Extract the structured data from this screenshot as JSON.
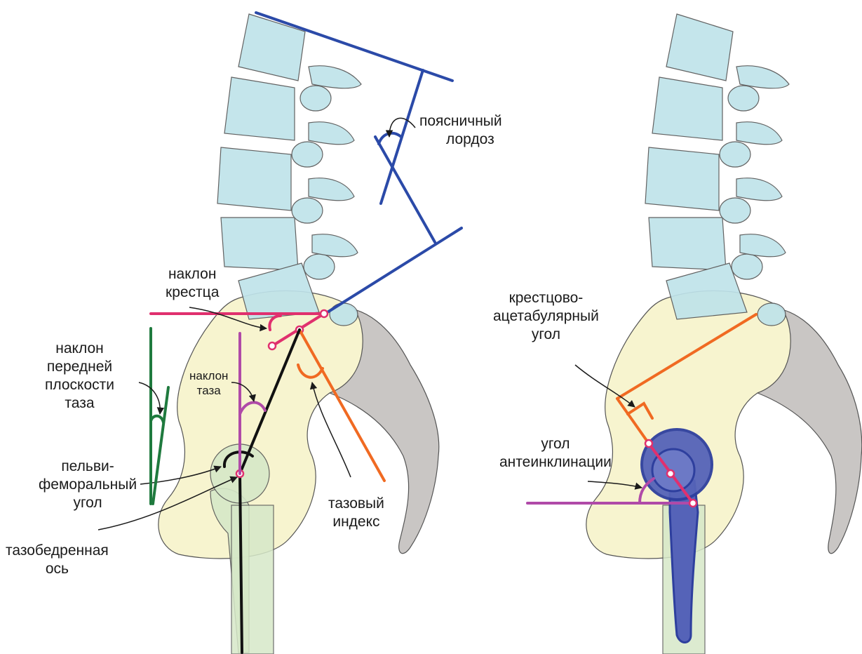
{
  "labels": {
    "lumbar_lordosis": [
      "поясничный",
      "лордоз"
    ],
    "sacral_slope": [
      "наклон",
      "крестца"
    ],
    "anterior_pelvic_plane_tilt": [
      "наклон",
      "передней",
      "плоскости",
      "таза"
    ],
    "pelvic_tilt": [
      "наклон",
      "таза"
    ],
    "pelvifemoral_angle": [
      "пельви-",
      "феморальный",
      "угол"
    ],
    "hip_axis": [
      "тазобедренная",
      "ось"
    ],
    "pelvic_incidence": [
      "тазовый",
      "индекс"
    ],
    "sacro_acetabular_angle": [
      "крестцово-",
      "ацетабулярный",
      "угол"
    ],
    "anteinclination_angle": [
      "угол",
      "антеинклинации"
    ]
  },
  "colors": {
    "vertebra_fill": "#bfe3ea",
    "pelvis_fill": "#f7f4cf",
    "sacrum_fill": "#c9c6c4",
    "femur_fill": "#d6e8c8",
    "lordosis_line": "#2b4aa8",
    "sacral_slope_line": "#e0306e",
    "pelvic_tilt_line": "#b04aa8",
    "app_tilt_line": "#1f7a3e",
    "pelvic_incidence_line": "#f06a22",
    "hip_axis_line": "#111111",
    "implant_fill": "#5563b8",
    "implant_stroke": "#2e3f9e"
  }
}
